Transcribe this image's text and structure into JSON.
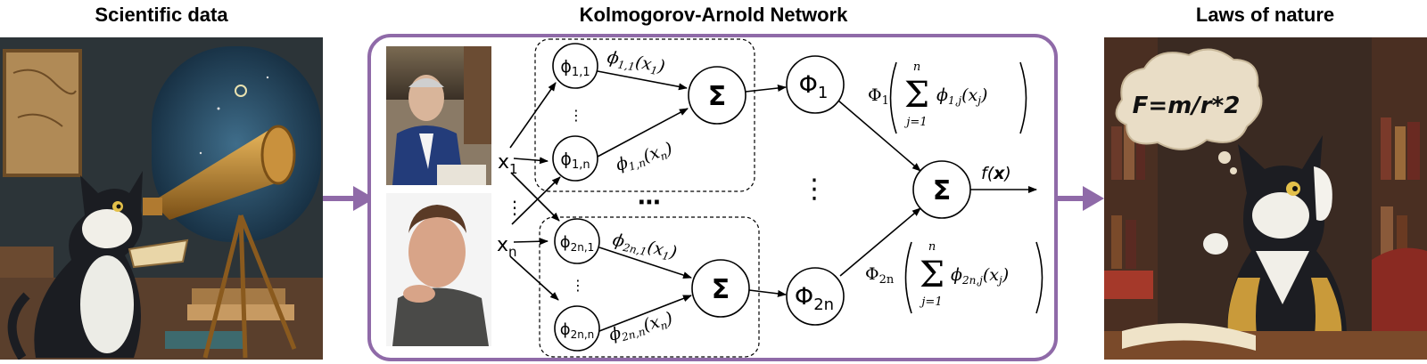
{
  "titles": {
    "left": "Scientific data",
    "middle": "Kolmogorov-Arnold Network",
    "right": "Laws of nature"
  },
  "colors": {
    "frame": "#8f6aa8",
    "arrow": "#8f6aa8"
  },
  "network": {
    "inputs": {
      "x1": "x",
      "x1_sub": "1",
      "xn": "x",
      "xn_sub": "n",
      "dots": "⋮"
    },
    "inner_nodes": {
      "phi11": "ϕ",
      "phi11_sub": "1,1",
      "phi1n": "ϕ",
      "phi1n_sub": "1,n",
      "phi2n1": "ϕ",
      "phi2n1_sub": "2n,1",
      "phi2nn": "ϕ",
      "phi2nn_sub": "2n,n"
    },
    "edge_labels": {
      "e11": "ϕ",
      "e11_sub": "1,1",
      "e11_arg": "(x",
      "e11_argsub": "1",
      "e11_close": ")",
      "e1n": "ϕ",
      "e1n_sub": "1,n",
      "e1n_arg": "(x",
      "e1n_argsub": "n",
      "e1n_close": ")",
      "e2n1": "ϕ",
      "e2n1_sub": "2n,1",
      "e2n1_arg": "(x",
      "e2n1_argsub": "1",
      "e2n1_close": ")",
      "e2nn": "ϕ",
      "e2nn_sub": "2n,n",
      "e2nn_arg": "(x",
      "e2nn_argsub": "n",
      "e2nn_close": ")"
    },
    "sum_symbol": "Σ",
    "outer_nodes": {
      "Phi1": "Φ",
      "Phi1_sub": "1",
      "Phi2n": "Φ",
      "Phi2n_sub": "2n"
    },
    "formulas": {
      "top_Phi": "Φ",
      "top_Phi_sub": "1",
      "top_upper": "n",
      "top_lower": "j=1",
      "top_term": "ϕ",
      "top_term_sub": "1,j",
      "top_arg": "(x",
      "top_argsub": "j",
      "top_close": ")",
      "bot_Phi": "Φ",
      "bot_Phi_sub": "2n",
      "bot_upper": "n",
      "bot_lower": "j=1",
      "bot_term": "ϕ",
      "bot_term_sub": "2n,j",
      "bot_arg": "(x",
      "bot_argsub": "j",
      "bot_close": ")"
    },
    "dots": {
      "vertical": "⋮",
      "horizontal": "⋯"
    },
    "output": {
      "f": "f(",
      "x": "x",
      "close": ")"
    }
  },
  "thought_bubble": "F=m/r*2"
}
